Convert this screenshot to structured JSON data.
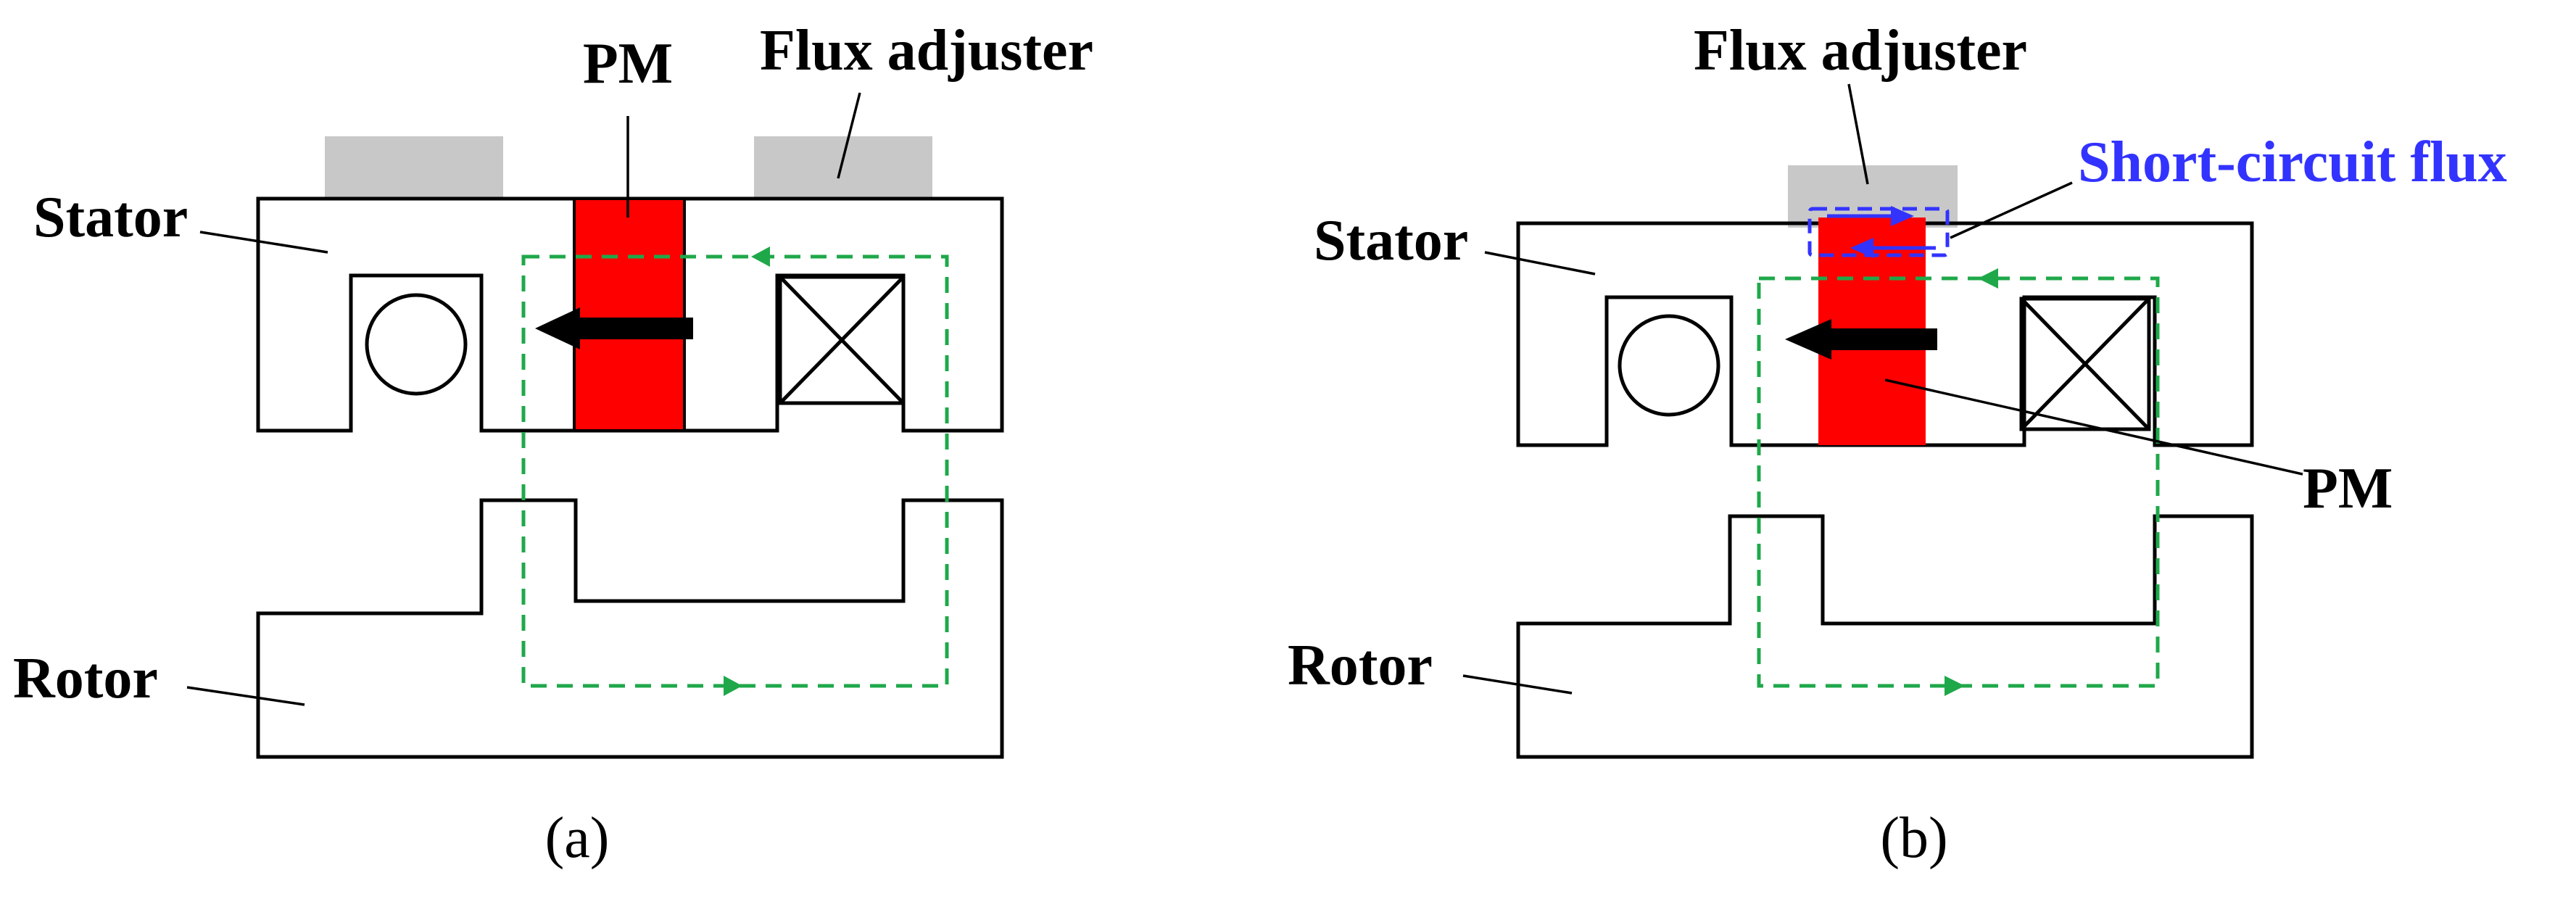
{
  "colors": {
    "pm": "#ff0000",
    "flux_adjuster": "#c8c8c8",
    "main_flux_path": "#1fa84a",
    "short_circuit_flux": "#3333ff",
    "outline": "#000000"
  },
  "panel_a": {
    "labels": {
      "pm": "PM",
      "flux_adjuster": "Flux adjuster",
      "stator": "Stator",
      "rotor": "Rotor"
    },
    "caption": "(a)"
  },
  "panel_b": {
    "labels": {
      "flux_adjuster": "Flux adjuster",
      "short_circuit_flux": "Short-circuit flux",
      "stator": "Stator",
      "pm": "PM",
      "rotor": "Rotor"
    },
    "caption": "(b)"
  }
}
